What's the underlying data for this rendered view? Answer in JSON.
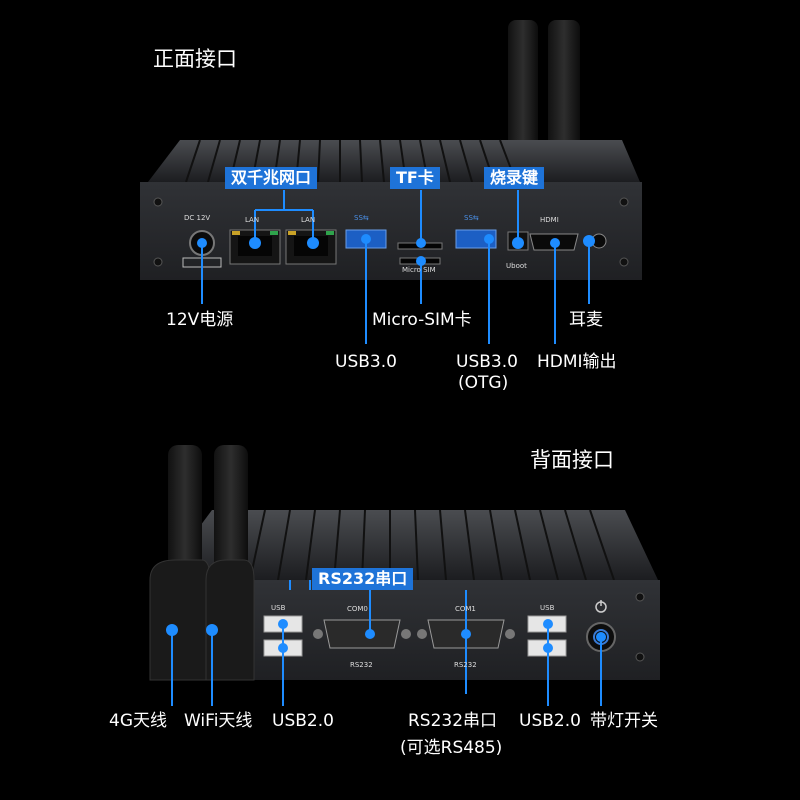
{
  "front": {
    "title": "正面接口",
    "tags": {
      "lan": "双千兆网口",
      "tf": "TF卡",
      "uboot_key": "烧录键"
    },
    "panel_labels": {
      "dc": "DC 12V",
      "lan1": "LAN",
      "lan2": "LAN",
      "ss1": "SS⇆",
      "ss2": "SS⇆",
      "microsim": "Micro SIM",
      "uboot": "Uboot",
      "hdmi": "HDMI"
    },
    "callouts": {
      "power": "12V电源",
      "microsim": "Micro-SIM卡",
      "earphone": "耳麦",
      "usb30": "USB3.0",
      "usb30_otg": "USB3.0",
      "otg": "(OTG)",
      "hdmi_out": "HDMI输出"
    }
  },
  "back": {
    "title": "背面接口",
    "tags": {
      "rs232": "RS232串口"
    },
    "panel_labels": {
      "usb_left": "USB",
      "com0": "COM0",
      "com1": "COM1",
      "rs232_a": "RS232",
      "rs232_b": "RS232",
      "usb_right": "USB"
    },
    "callouts": {
      "antenna_4g": "4G天线",
      "antenna_wifi": "WiFi天线",
      "usb20_left": "USB2.0",
      "rs232_port": "RS232串口",
      "rs485_note": "(可选RS485)",
      "usb20_right": "USB2.0",
      "power_switch": "带灯开关"
    }
  },
  "colors": {
    "accent": "#1e73d8",
    "pin": "#1e8cff",
    "background": "#000000",
    "chassis": "#2b2c2f"
  }
}
